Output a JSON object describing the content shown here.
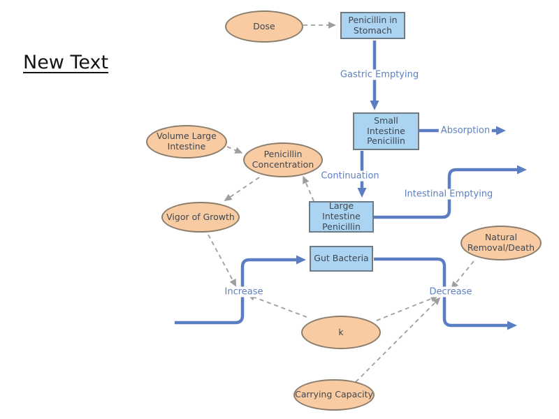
{
  "heading": {
    "text": "New Text"
  },
  "nodes": {
    "dose": {
      "label": "Dose",
      "shape": "ellipse"
    },
    "volume_large_intestine": {
      "label": "Volume Large\nIntestine",
      "shape": "ellipse"
    },
    "penicillin_concentration": {
      "label": "Penicillin\nConcentration",
      "shape": "ellipse"
    },
    "vigor_of_growth": {
      "label": "Vigor of Growth",
      "shape": "ellipse"
    },
    "natural_removal_death": {
      "label": "Natural\nRemoval/Death",
      "shape": "ellipse"
    },
    "k": {
      "label": "k",
      "shape": "ellipse"
    },
    "carrying_capacity": {
      "label": "Carrying Capacity",
      "shape": "ellipse"
    },
    "penicillin_in_stomach": {
      "label": "Penicillin in\nStomach",
      "shape": "stock-box"
    },
    "small_intestine_penicillin": {
      "label": "Small\nIntestine\nPenicillin",
      "shape": "stock-box"
    },
    "large_intestine_penicillin": {
      "label": "Large\nIntestine\nPenicillin",
      "shape": "stock-box"
    },
    "gut_bacteria": {
      "label": "Gut Bacteria",
      "shape": "stock-box"
    }
  },
  "flow_labels": {
    "gastric_emptying": "Gastric Emptying",
    "absorption": "Absorption",
    "continuation": "Continuation",
    "intestinal_emptying": "Intestinal Emptying",
    "increase": "Increase",
    "decrease": "Decrease"
  },
  "flows": [
    {
      "name": "gastric_emptying",
      "from": "penicillin_in_stomach",
      "to": "small_intestine_penicillin"
    },
    {
      "name": "absorption",
      "from": "small_intestine_penicillin",
      "to": "outside"
    },
    {
      "name": "continuation",
      "from": "small_intestine_penicillin",
      "to": "large_intestine_penicillin"
    },
    {
      "name": "intestinal_emptying",
      "from": "large_intestine_penicillin",
      "to": "outside"
    },
    {
      "name": "increase",
      "from": "outside",
      "to": "gut_bacteria"
    },
    {
      "name": "decrease",
      "from": "gut_bacteria",
      "to": "outside"
    }
  ],
  "influences": [
    {
      "from": "dose",
      "to": "penicillin_in_stomach"
    },
    {
      "from": "volume_large_intestine",
      "to": "penicillin_concentration"
    },
    {
      "from": "large_intestine_penicillin",
      "to": "penicillin_concentration"
    },
    {
      "from": "penicillin_concentration",
      "to": "vigor_of_growth"
    },
    {
      "from": "vigor_of_growth",
      "to": "increase"
    },
    {
      "from": "k",
      "to": "increase"
    },
    {
      "from": "k",
      "to": "decrease"
    },
    {
      "from": "natural_removal_death",
      "to": "decrease"
    },
    {
      "from": "carrying_capacity",
      "to": "decrease"
    }
  ],
  "colors": {
    "ellipse_fill": "#F8CBA3",
    "ellipse_border": "#8B7D6B",
    "box_fill": "#AAD4F2",
    "box_border": "#6E7A84",
    "pipe_blue": "#5B7EC2",
    "flow_label_blue": "#5C7FC0",
    "dashed_gray": "#9E9EA0",
    "node_text": "#3F4650",
    "heading_text": "#141414"
  }
}
